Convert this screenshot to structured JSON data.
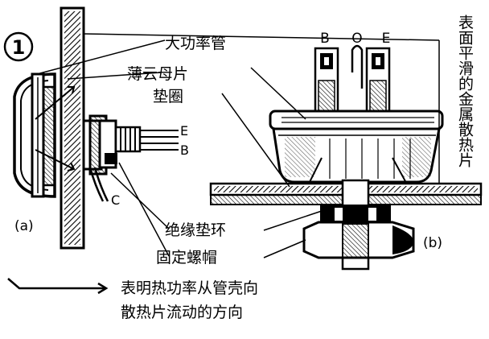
{
  "figure": {
    "number_mark": "①",
    "panel_a": "(a)",
    "panel_b": "(b)",
    "terminals_a": {
      "e": "E",
      "b": "B",
      "c": "C"
    },
    "terminals_b": {
      "b": "B",
      "o": "O",
      "e": "E"
    },
    "labels": {
      "power_tube": "大功率管",
      "mica_line1": "薄云母片",
      "mica_line2": "垫圈",
      "insulating_ring": "绝缘垫环",
      "fixing_nut": "固定螺帽",
      "heatsink_vertical": "表面平滑的金属散热片"
    },
    "legend": {
      "line1": "表明热功率从管壳向",
      "line2": "散热片流动的方向"
    }
  }
}
